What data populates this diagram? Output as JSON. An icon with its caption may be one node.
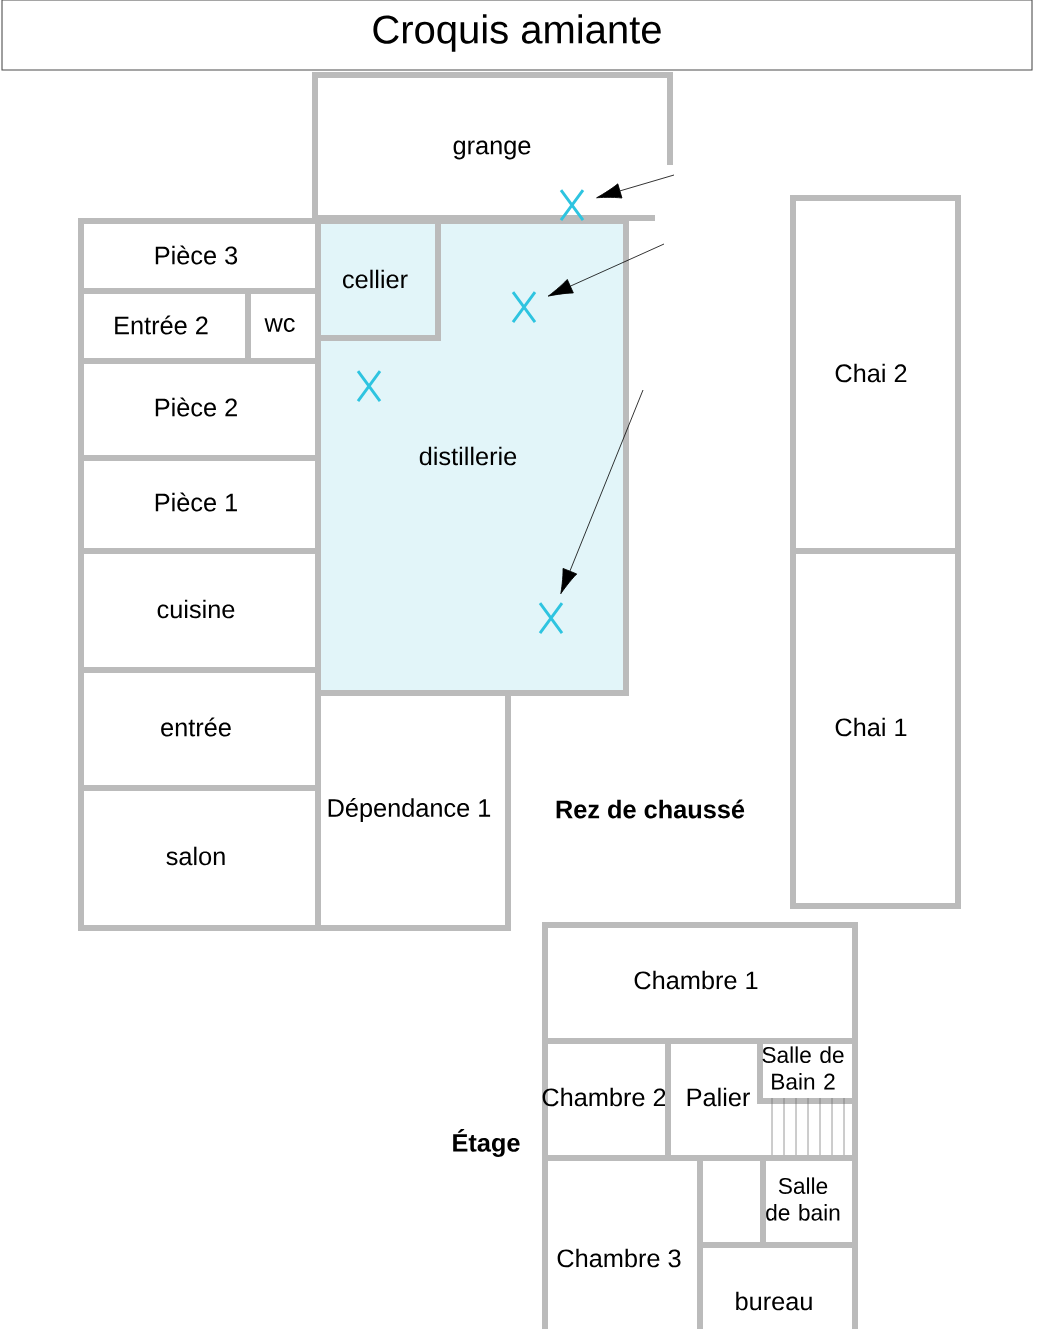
{
  "diagram": {
    "title": "Croquis amiante",
    "nodes": [
      {
        "text": [
          "grange"
        ]
      },
      {
        "text": [
          "Pièce 3"
        ]
      },
      {
        "text": [
          "distillerie"
        ]
      },
      {
        "text": [
          "cellier"
        ],
        "in": 2
      },
      {
        "text": [],
        "shape": "cross",
        "in": 0
      },
      {
        "text": [
          "Entrée 2"
        ]
      },
      {
        "text": [
          "wc"
        ]
      },
      {
        "text": [],
        "shape": "cross",
        "in": 2
      },
      {
        "text": [],
        "shape": "cross",
        "in": 2
      },
      {
        "text": [
          "Pièce 2"
        ]
      },
      {
        "text": [
          "Pièce 1"
        ]
      },
      {
        "text": [
          "cuisine"
        ]
      },
      {
        "text": [],
        "shape": "cross",
        "in": 2
      },
      {
        "text": [
          "entrée"
        ]
      },
      {
        "text": [
          "Dépendance 1"
        ]
      },
      {
        "text": [
          "salon"
        ]
      },
      {
        "text": [
          "Chai 2"
        ]
      },
      {
        "text": [
          "Chai 1"
        ]
      },
      {
        "text": [
          "Chambre 1"
        ]
      },
      {
        "text": [
          "Chambre 2"
        ]
      },
      {
        "text": [
          "Palier"
        ]
      },
      {
        "text": [
          "Salle de Bain 2"
        ],
        "in": 20
      },
      {
        "text": [
          "Chambre 3"
        ]
      },
      {
        "text": [
          "Salle de bain"
        ]
      },
      {
        "text": [
          "bureau"
        ]
      }
    ],
    "edges": [
      {
        "from": null,
        "to": 4,
        "arrow": "to"
      },
      {
        "from": null,
        "to": 7,
        "arrow": "to"
      },
      {
        "from": null,
        "to": 12,
        "arrow": "to"
      }
    ],
    "labels": [
      "Rez de chaussé",
      "Étage"
    ]
  }
}
